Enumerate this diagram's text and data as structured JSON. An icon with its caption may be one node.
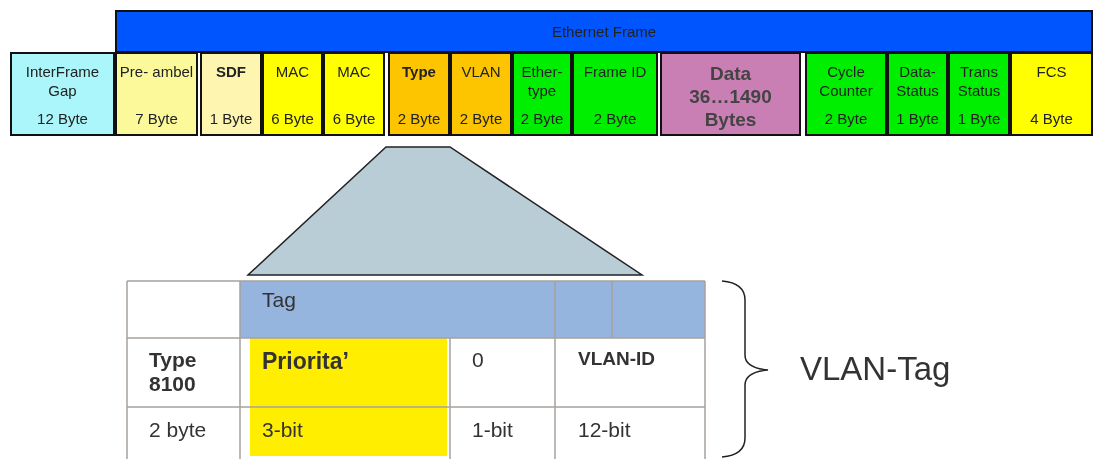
{
  "diagram": {
    "nodes": [
      {
        "text": [
          "Ethernet Frame"
        ]
      },
      {
        "text": [
          "InterFrame Gap",
          "12 Byte"
        ]
      },
      {
        "text": [
          "Pre- ambel",
          "7 Byte"
        ]
      },
      {
        "text": [
          "SDF",
          "1 Byte"
        ]
      },
      {
        "text": [
          "MAC",
          "6 Byte"
        ]
      },
      {
        "text": [
          "MAC",
          "6 Byte"
        ]
      },
      {
        "text": [
          "Type",
          "2 Byte"
        ]
      },
      {
        "text": [
          "VLAN",
          "2 Byte"
        ]
      },
      {
        "text": [
          "Ether- type",
          "2 Byte"
        ]
      },
      {
        "text": [
          "Frame ID",
          "2 Byte"
        ]
      },
      {
        "text": [
          "Data",
          "36…1490 Bytes"
        ]
      },
      {
        "text": [
          "Cycle Counter",
          "2 Byte"
        ]
      },
      {
        "text": [
          "Data- Status",
          "1 Byte"
        ]
      },
      {
        "text": [
          "Trans Status",
          "1 Byte"
        ]
      },
      {
        "text": [
          "FCS",
          "4 Byte"
        ]
      },
      {
        "text": [],
        "shape": "trapezoid"
      }
    ],
    "labels": [
      "Tag",
      "Type 8100",
      "Priorita’",
      "0",
      "VLAN-ID",
      "2 byte",
      "3-bit",
      "1-bit",
      "12-bit",
      "VLAN-Tag"
    ]
  }
}
